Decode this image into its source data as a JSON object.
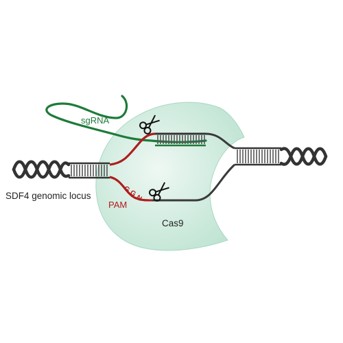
{
  "labels": {
    "sgrna": "sgRNA",
    "locus": "SDF4 genomic locus",
    "pam": "PAM",
    "pam_seq": [
      "G",
      "G",
      "N"
    ],
    "protein": "Cas9"
  },
  "icons": [
    "scissors-icon",
    "scissors-icon"
  ],
  "colors": {
    "cas9_fill": "#d6efe4",
    "cas9_edge": "#9fd2bc",
    "sgrna": "#1e7b3a",
    "dna": "#3a3a3a",
    "pam": "#b31b1b",
    "text": "#222222"
  }
}
